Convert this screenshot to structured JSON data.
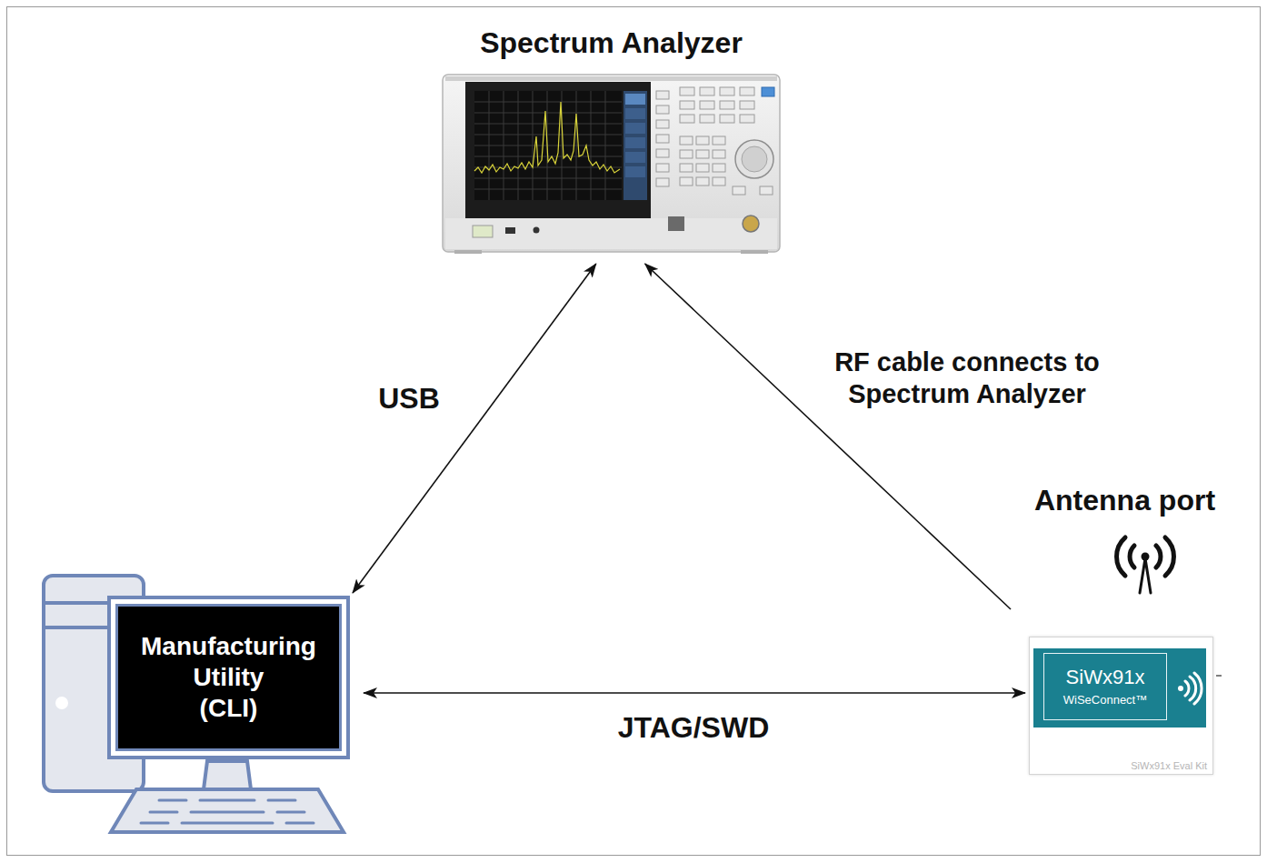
{
  "diagram": {
    "nodes": [
      {
        "text": [
          "Spectrum Analyzer"
        ]
      },
      {
        "text": [
          "Manufacturing Utility (CLI)"
        ]
      },
      {
        "text": [
          "Antenna port",
          "SiWx91x Eval Kit"
        ]
      },
      {
        "text": [
          "SiWx91x",
          "WiSeConnect™"
        ],
        "in": 2
      }
    ],
    "edges": [
      {
        "from": 1,
        "to": 0,
        "arrow": "both",
        "label": "USB"
      },
      {
        "from": 2,
        "to": 0,
        "arrow": "to",
        "label": "RF cable connects to Spectrum Analyzer"
      },
      {
        "from": 1,
        "to": 2,
        "arrow": "both",
        "label": "JTAG/SWD"
      }
    ]
  }
}
